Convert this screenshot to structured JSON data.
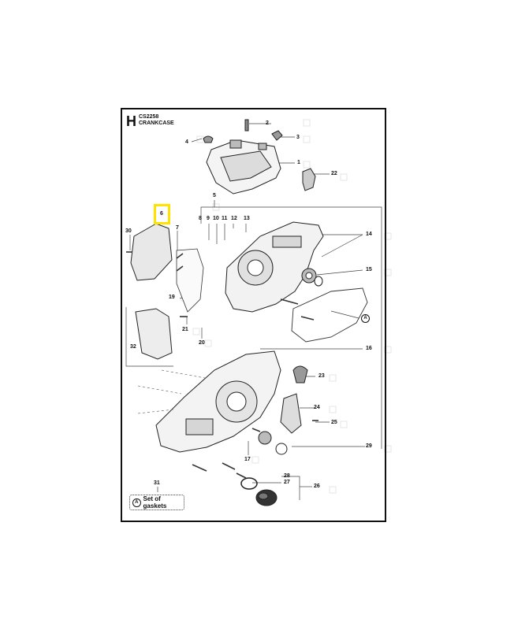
{
  "header": {
    "section_letter": "H",
    "model": "CS2258",
    "title": "CRANKCASE"
  },
  "callouts": {
    "c1": "1",
    "c2": "2",
    "c3": "3",
    "c4": "4",
    "c5": "5",
    "c6": "6",
    "c7": "7",
    "c8": "8",
    "c9": "9",
    "c10": "10",
    "c11": "11",
    "c12": "12",
    "c13": "13",
    "c14": "14",
    "c15": "15",
    "c16": "16",
    "c17": "17",
    "c19": "19",
    "c20": "20",
    "c21": "21",
    "c22": "22",
    "c23": "23",
    "c24": "24",
    "c25": "25",
    "c26": "26",
    "c27": "27",
    "c28": "28",
    "c29": "29",
    "c30": "30",
    "c31": "31",
    "c32": "32",
    "cA": "A"
  },
  "legend": {
    "marker": "A",
    "label": "Set of gaskets"
  },
  "highlight": {
    "color": "#ffe200",
    "item": "6"
  }
}
